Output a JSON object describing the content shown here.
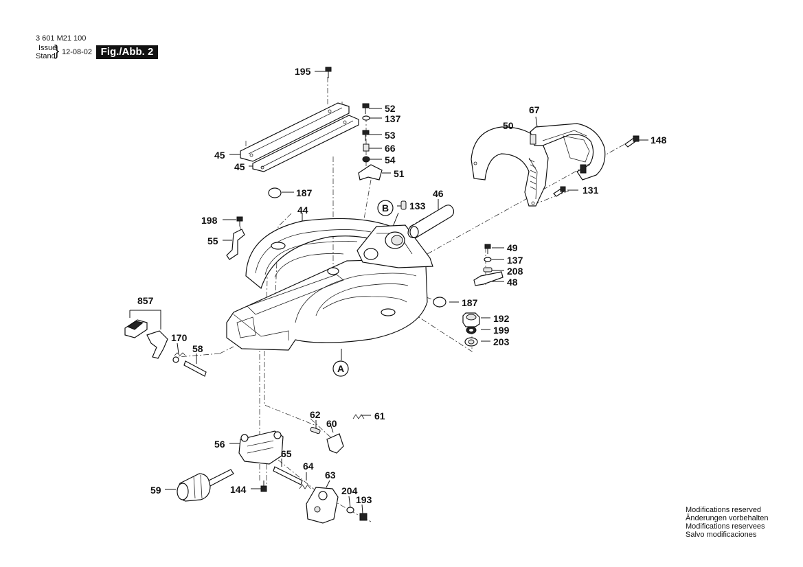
{
  "header": {
    "doc_number": "3 601 M21 100",
    "issue_label": "Issue",
    "stand_label": "Stand",
    "date": "12-08-02",
    "figure_label": "Fig./Abb. 2"
  },
  "callouts": {
    "c195": "195",
    "c52": "52",
    "c137a": "137",
    "c53": "53",
    "c66": "66",
    "c54": "54",
    "c51": "51",
    "c45a": "45",
    "c45b": "45",
    "c187a": "187",
    "c44": "44",
    "cB": "B",
    "c133": "133",
    "c46": "46",
    "c50": "50",
    "c67": "67",
    "c148": "148",
    "c131": "131",
    "c198": "198",
    "c55": "55",
    "c49": "49",
    "c137b": "137",
    "c208": "208",
    "c48": "48",
    "c187b": "187",
    "c192": "192",
    "c199": "199",
    "c203": "203",
    "c857": "857",
    "c170": "170",
    "c58": "58",
    "cA": "A",
    "c62": "62",
    "c60": "60",
    "c61": "61",
    "c56": "56",
    "c65": "65",
    "c64": "64",
    "c63": "63",
    "c59": "59",
    "c144": "144",
    "c204": "204",
    "c193": "193"
  },
  "notes": {
    "line1": "Modifications reserved",
    "line2": "Änderungen vorbehalten",
    "line3": "Modifications reservees",
    "line4": "Salvo modificaciones"
  }
}
